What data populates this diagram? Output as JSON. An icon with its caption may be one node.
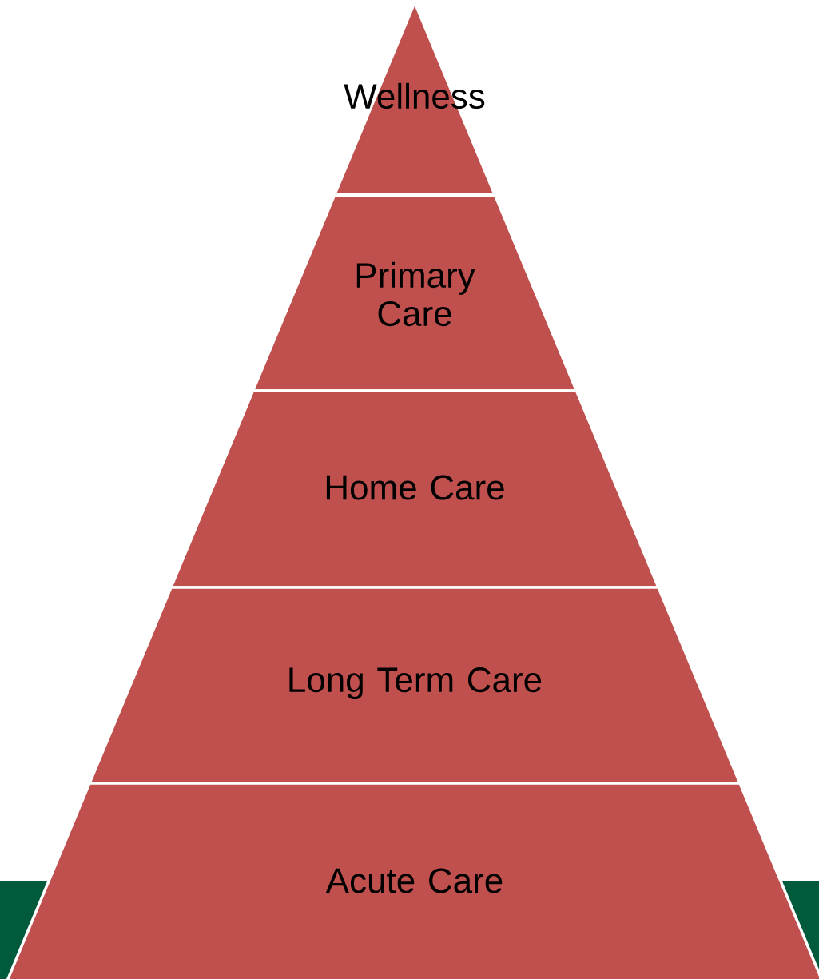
{
  "diagram": {
    "nodes": [
      {
        "text": [
          "Wellness"
        ]
      },
      {
        "text": [
          "Primary Care"
        ]
      },
      {
        "text": [
          "Home Care"
        ]
      },
      {
        "text": [
          "Long Term Care"
        ]
      },
      {
        "text": [
          "Acute Care"
        ]
      }
    ]
  }
}
